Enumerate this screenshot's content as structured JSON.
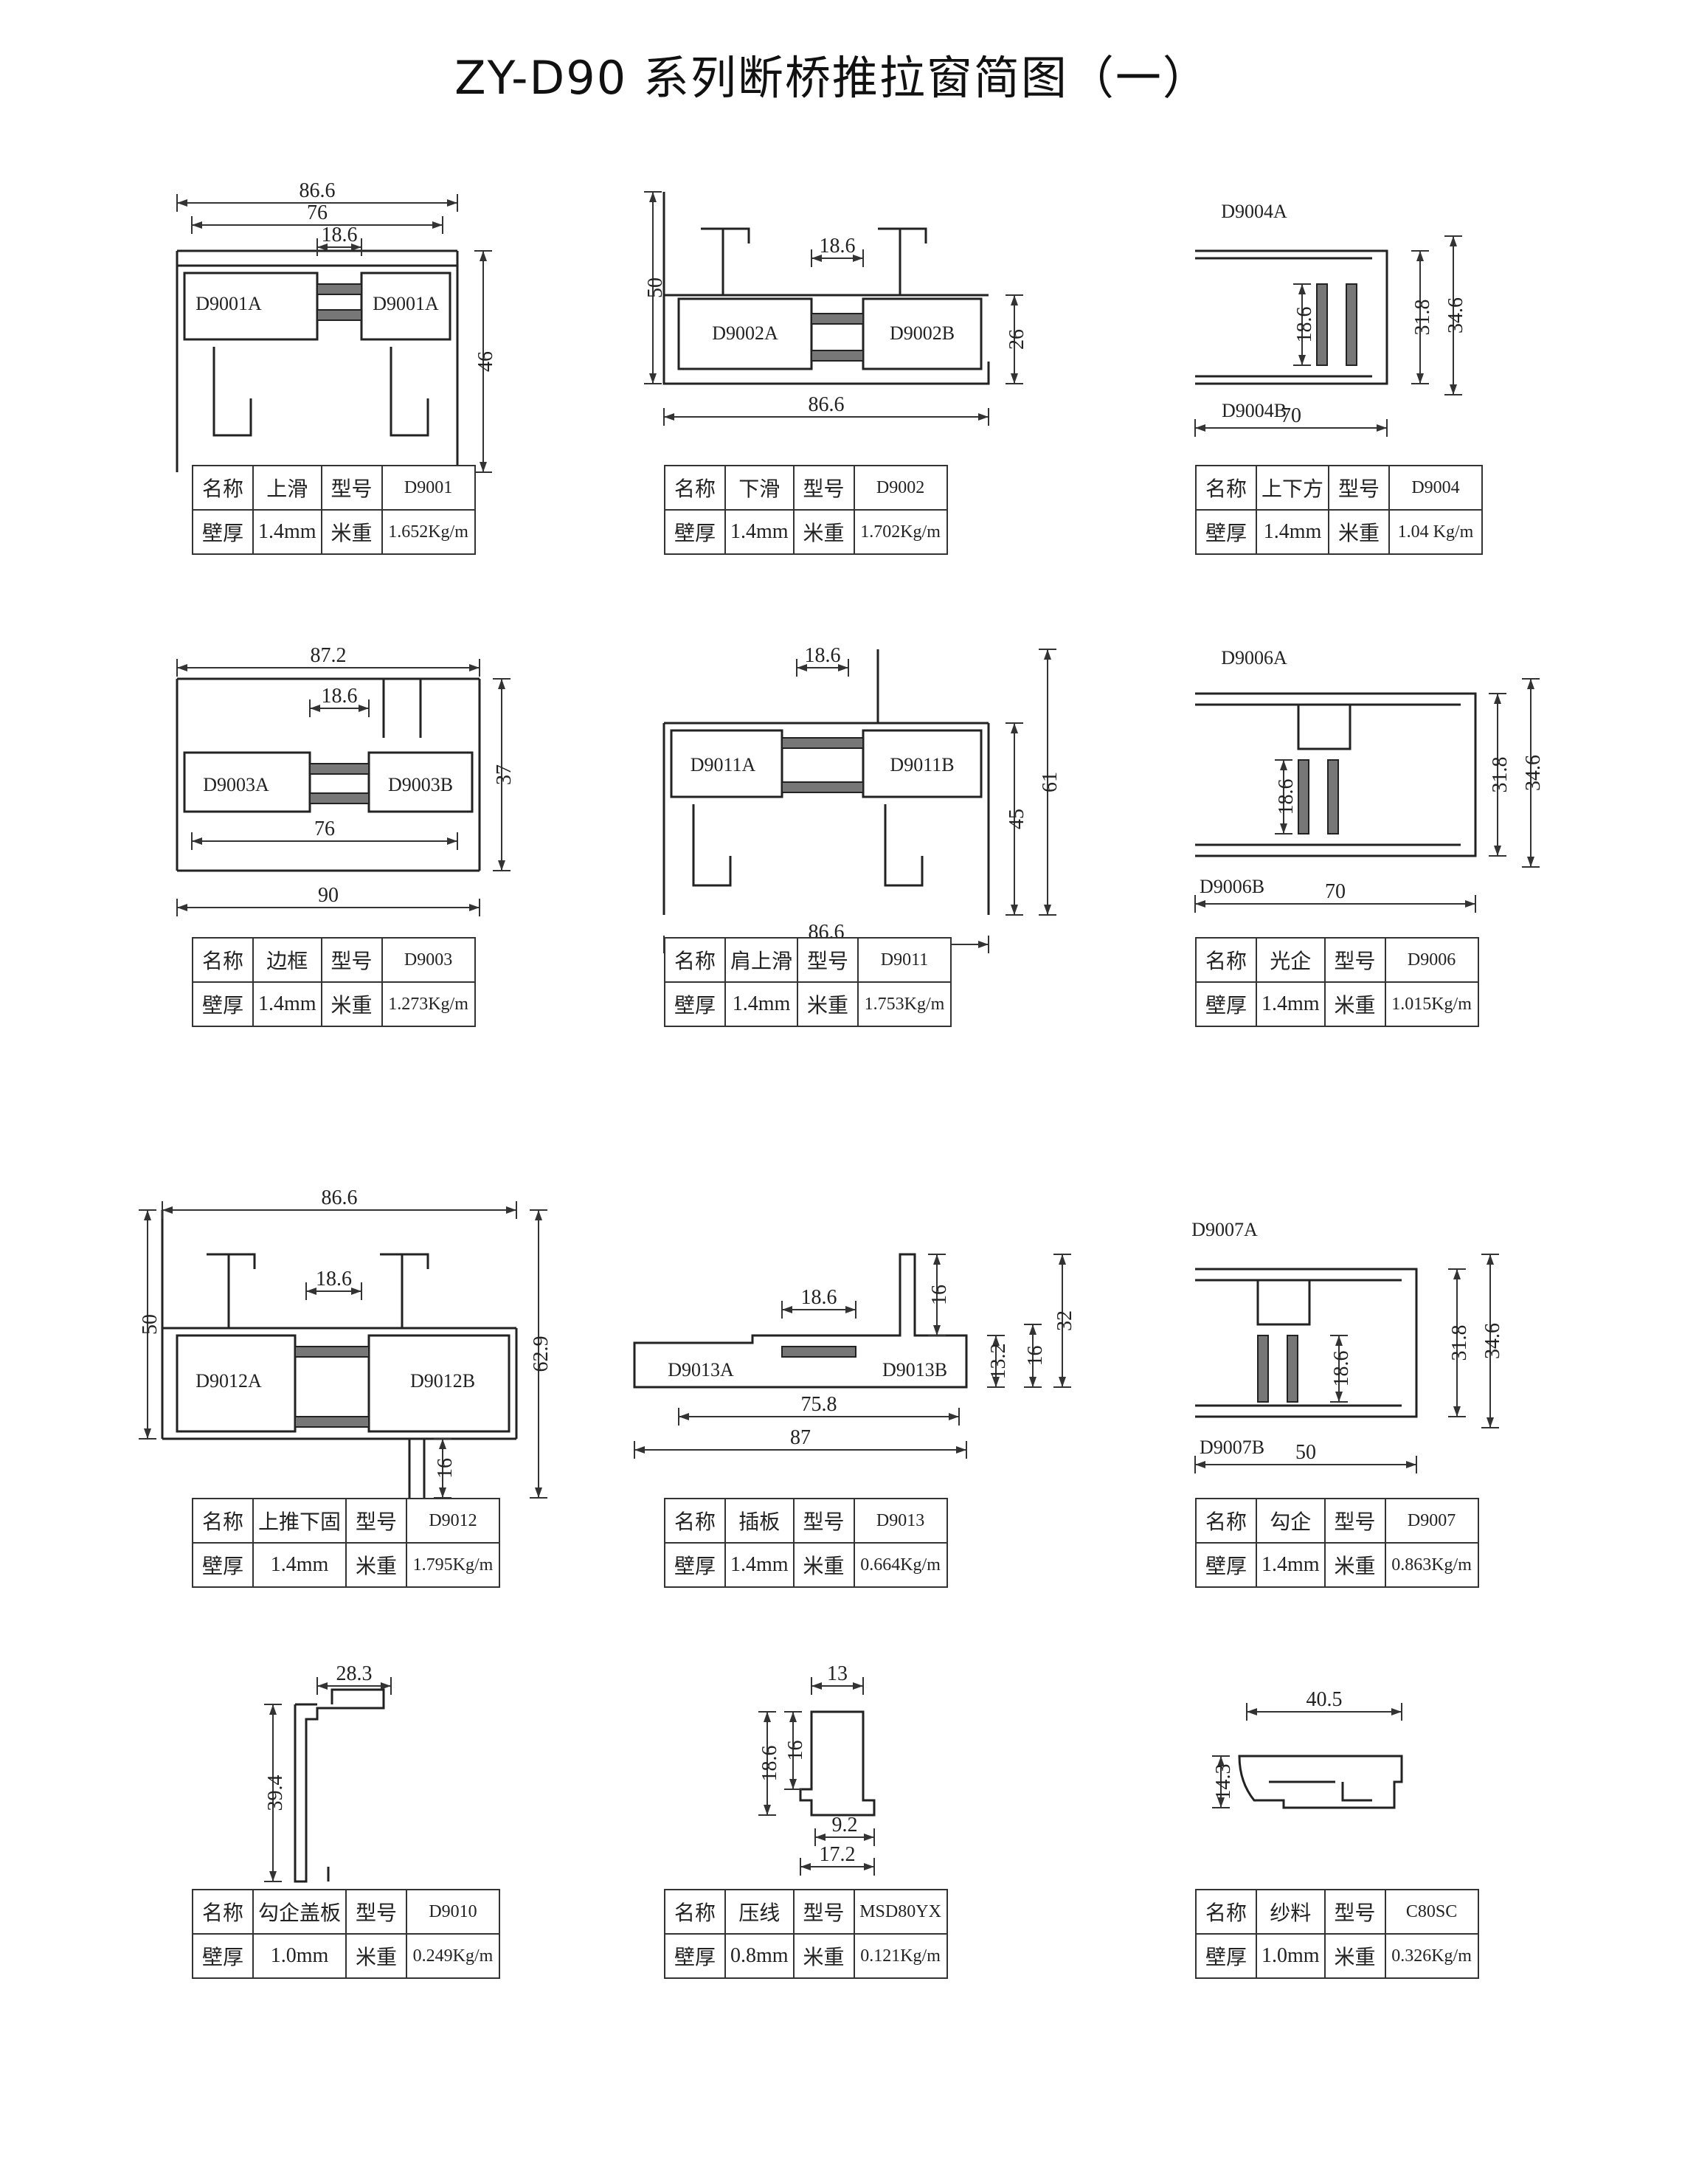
{
  "title": "ZY-D90 系列断桥推拉窗简图（一）",
  "labels": {
    "name": "名称",
    "model": "型号",
    "thickness": "壁厚",
    "weight": "米重"
  },
  "items": [
    {
      "name": "上滑",
      "model": "D9001",
      "thickness": "1.4mm",
      "weight": "1.652Kg/m",
      "parts": [
        "D9001A",
        "D9001A"
      ],
      "dims": [
        "86.6",
        "76",
        "18.6",
        "46"
      ]
    },
    {
      "name": "下滑",
      "model": "D9002",
      "thickness": "1.4mm",
      "weight": "1.702Kg/m",
      "parts": [
        "D9002A",
        "D9002B"
      ],
      "dims": [
        "50",
        "18.6",
        "26",
        "86.6"
      ]
    },
    {
      "name": "上下方",
      "model": "D9004",
      "thickness": "1.4mm",
      "weight": "1.04 Kg/m",
      "parts": [
        "D9004A",
        "D9004B"
      ],
      "dims": [
        "18.6",
        "31.8",
        "34.6",
        "70"
      ]
    },
    {
      "name": "边框",
      "model": "D9003",
      "thickness": "1.4mm",
      "weight": "1.273Kg/m",
      "parts": [
        "D9003A",
        "D9003B"
      ],
      "dims": [
        "87.2",
        "18.6",
        "37",
        "76",
        "90"
      ]
    },
    {
      "name": "肩上滑",
      "model": "D9011",
      "thickness": "1.4mm",
      "weight": "1.753Kg/m",
      "parts": [
        "D9011A",
        "D9011B"
      ],
      "dims": [
        "18.6",
        "61",
        "45",
        "86.6"
      ]
    },
    {
      "name": "光企",
      "model": "D9006",
      "thickness": "1.4mm",
      "weight": "1.015Kg/m",
      "parts": [
        "D9006A",
        "D9006B"
      ],
      "dims": [
        "18.6",
        "31.8",
        "34.6",
        "70"
      ]
    },
    {
      "name": "上推下固",
      "model": "D9012",
      "thickness": "1.4mm",
      "weight": "1.795Kg/m",
      "parts": [
        "D9012A",
        "D9012B"
      ],
      "dims": [
        "86.6",
        "50",
        "18.6",
        "62.9",
        "16"
      ]
    },
    {
      "name": "插板",
      "model": "D9013",
      "thickness": "1.4mm",
      "weight": "0.664Kg/m",
      "parts": [
        "D9013A",
        "D9013B"
      ],
      "dims": [
        "18.6",
        "16",
        "32",
        "13.2",
        "16",
        "75.8",
        "87"
      ]
    },
    {
      "name": "勾企",
      "model": "D9007",
      "thickness": "1.4mm",
      "weight": "0.863Kg/m",
      "parts": [
        "D9007A",
        "D9007B"
      ],
      "dims": [
        "31.8",
        "34.6",
        "18.6",
        "50"
      ]
    },
    {
      "name": "勾企盖板",
      "model": "D9010",
      "thickness": "1.0mm",
      "weight": "0.249Kg/m",
      "parts": [],
      "dims": [
        "28.3",
        "39.4"
      ]
    },
    {
      "name": "压线",
      "model": "MSD80YX",
      "thickness": "0.8mm",
      "weight": "0.121Kg/m",
      "parts": [],
      "dims": [
        "13",
        "18.6",
        "16",
        "9.2",
        "17.2"
      ]
    },
    {
      "name": "纱料",
      "model": "C80SC",
      "thickness": "1.0mm",
      "weight": "0.326Kg/m",
      "parts": [],
      "dims": [
        "40.5",
        "14.3"
      ]
    }
  ]
}
